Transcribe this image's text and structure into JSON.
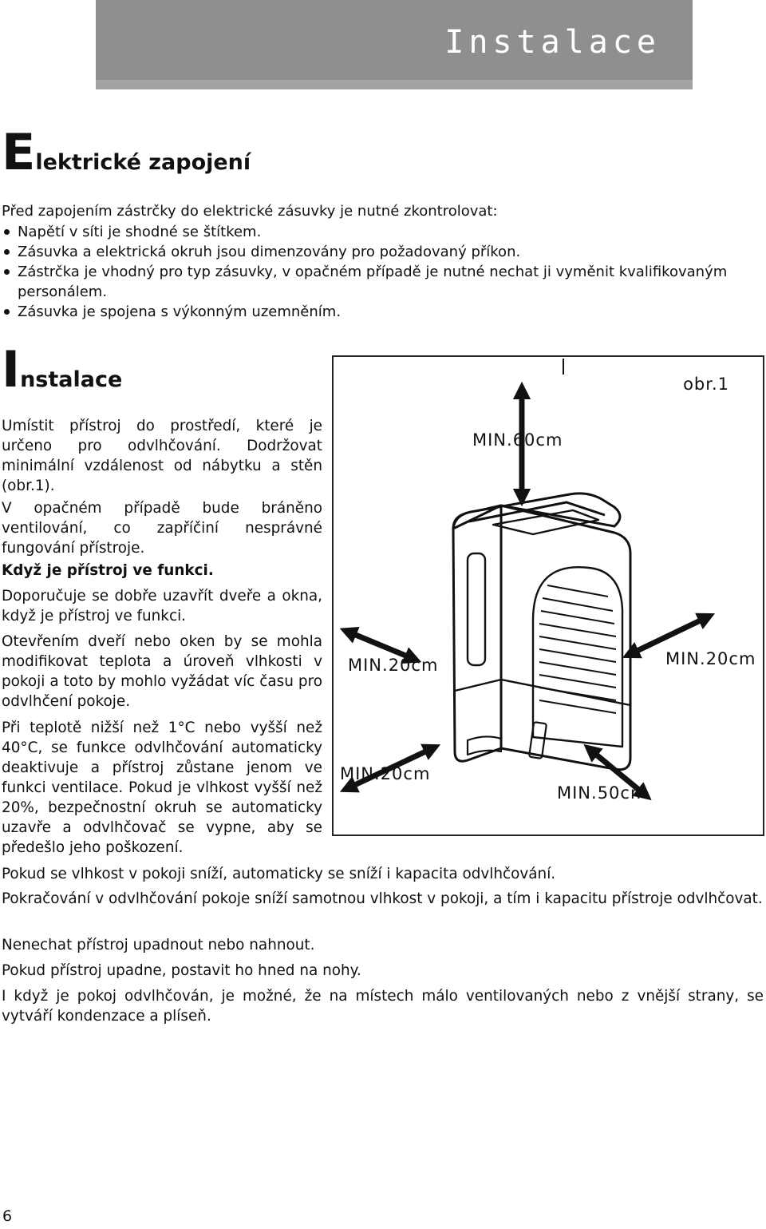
{
  "header": {
    "title": "Instalace"
  },
  "section_electrical": {
    "heading_initial": "E",
    "heading_rest": "lektrické zapojení",
    "intro": "Před zapojením zástrčky do elektrické zásuvky je nutné zkontrolovat:",
    "bullets": [
      "Napětí v síti je shodné se štítkem.",
      "Zásuvka a elektrická okruh jsou dimenzovány pro požadovaný příkon.",
      "Zástrčka je vhodný pro typ zásuvky, v opačném případě je nutné nechat ji vyměnit kvalifikovaným personálem.",
      "Zásuvka je spojena s výkonným uzemněním."
    ]
  },
  "section_install": {
    "heading_initial": "I",
    "heading_rest": "nstalace",
    "p1": "Umístit přístroj do prostředí, které je určeno pro odvlhčování. Dodržovat minimální vzdálenost od nábytku a stěn (obr.1).",
    "p2": "V opačném případě bude bráněno ventilování, co zapříčiní nesprávné fungování přístroje.",
    "p3_bold": "Když je přístroj ve funkci.",
    "p4": "Doporučuje se dobře uzavřít dveře a okna, když je přístroj ve funkci.",
    "p5": "Otevřením dveří nebo oken by se mohla modifikovat teplota a úroveň vlhkosti v pokoji a toto by mohlo vyžádat víc času pro odvlhčení pokoje.",
    "p6": "Při teplotě nižší než 1°C nebo vyšší než 40°C, se funkce odvlhčování automaticky deaktivuje a přístroj zůstane jenom ve funkci ventilace. Pokud je vlhkost vyšší než 20%, bezpečnostní okruh se automaticky uzavře a odvlhčovač se vypne, aby se předešlo jeho poškození.",
    "p7": "Pokud se vlhkost v pokoji sníží, automaticky se sníží i kapacita odvlhčování.",
    "p8": "Pokračování v odvlhčování pokoje sníží samotnou vlhkost v pokoji, a tím i kapacitu přístroje odvlhčovat.",
    "p9": "Nenechat přístroj upadnout nebo nahnout.",
    "p10": "Pokud přístroj upadne, postavit ho hned na nohy.",
    "p11": "I když je pokoj odvlhčován, je možné, že na místech málo ventilovaných nebo z vnější strany, se vytváří kondenzace a plíseň."
  },
  "figure": {
    "label": "obr.1",
    "min_top": "MIN.60cm",
    "min_left": "MIN.20cm",
    "min_right": "MIN.20cm",
    "min_bottom_left": "MIN.20cm",
    "min_bottom_right": "MIN.50cm",
    "icon": "dehumidifier-clearance-diagram"
  },
  "page_number": "6"
}
